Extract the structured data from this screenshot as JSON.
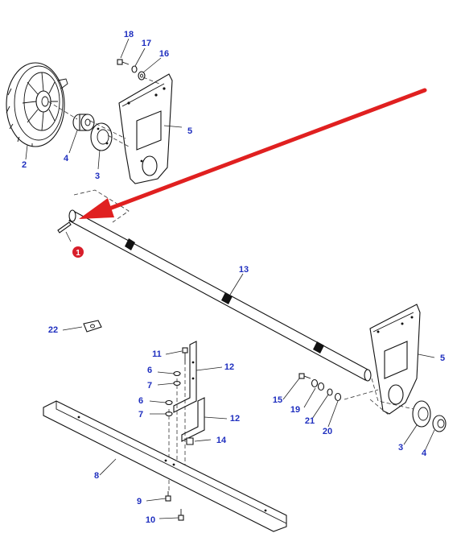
{
  "colors": {
    "callout_text": "#1f2fbf",
    "arrow": "#e02020",
    "marker": "#d81e2a",
    "line": "#111111"
  },
  "callouts": [
    {
      "id": "c18",
      "text": "18"
    },
    {
      "id": "c17",
      "text": "17"
    },
    {
      "id": "c16",
      "text": "16"
    },
    {
      "id": "c5a",
      "text": "5"
    },
    {
      "id": "c2",
      "text": "2"
    },
    {
      "id": "c4a",
      "text": "4"
    },
    {
      "id": "c3a",
      "text": "3"
    },
    {
      "id": "c13",
      "text": "13"
    },
    {
      "id": "c22",
      "text": "22"
    },
    {
      "id": "c11",
      "text": "11"
    },
    {
      "id": "c12a",
      "text": "12"
    },
    {
      "id": "c6a",
      "text": "6"
    },
    {
      "id": "c7a",
      "text": "7"
    },
    {
      "id": "c6b",
      "text": "6"
    },
    {
      "id": "c7b",
      "text": "7"
    },
    {
      "id": "c12b",
      "text": "12"
    },
    {
      "id": "c14",
      "text": "14"
    },
    {
      "id": "c8",
      "text": "8"
    },
    {
      "id": "c9",
      "text": "9"
    },
    {
      "id": "c10",
      "text": "10"
    },
    {
      "id": "c5b",
      "text": "5"
    },
    {
      "id": "c15",
      "text": "15"
    },
    {
      "id": "c19",
      "text": "19"
    },
    {
      "id": "c21",
      "text": "21"
    },
    {
      "id": "c20",
      "text": "20"
    },
    {
      "id": "c3b",
      "text": "3"
    },
    {
      "id": "c4b",
      "text": "4"
    }
  ],
  "highlight_marker": {
    "text": "1"
  }
}
